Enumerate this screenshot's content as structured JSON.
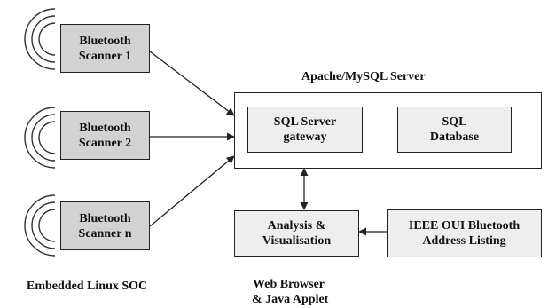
{
  "scanners": [
    {
      "line1": "Bluetooth",
      "line2": "Scanner 1"
    },
    {
      "line1": "Bluetooth",
      "line2": "Scanner 2"
    },
    {
      "line1": "Bluetooth",
      "line2": "Scanner n"
    }
  ],
  "server": {
    "title": "Apache/MySQL Server",
    "gateway": {
      "line1": "SQL Server",
      "line2": "gateway"
    },
    "database": {
      "line1": "SQL",
      "line2": "Database"
    }
  },
  "analysis": {
    "line1": "Analysis &",
    "line2": "Visualisation"
  },
  "oui": {
    "line1": "IEEE OUI Bluetooth",
    "line2": "Address Listing"
  },
  "captions": {
    "embedded": "Embedded Linux SOC",
    "web_line1": "Web Browser",
    "web_line2": "& Java Applet"
  },
  "colors": {
    "scanner_fill": "#d2d2d2",
    "inner_fill": "#eeeeee",
    "line": "#222222"
  },
  "icons": [
    "wireless-signal-icon"
  ]
}
